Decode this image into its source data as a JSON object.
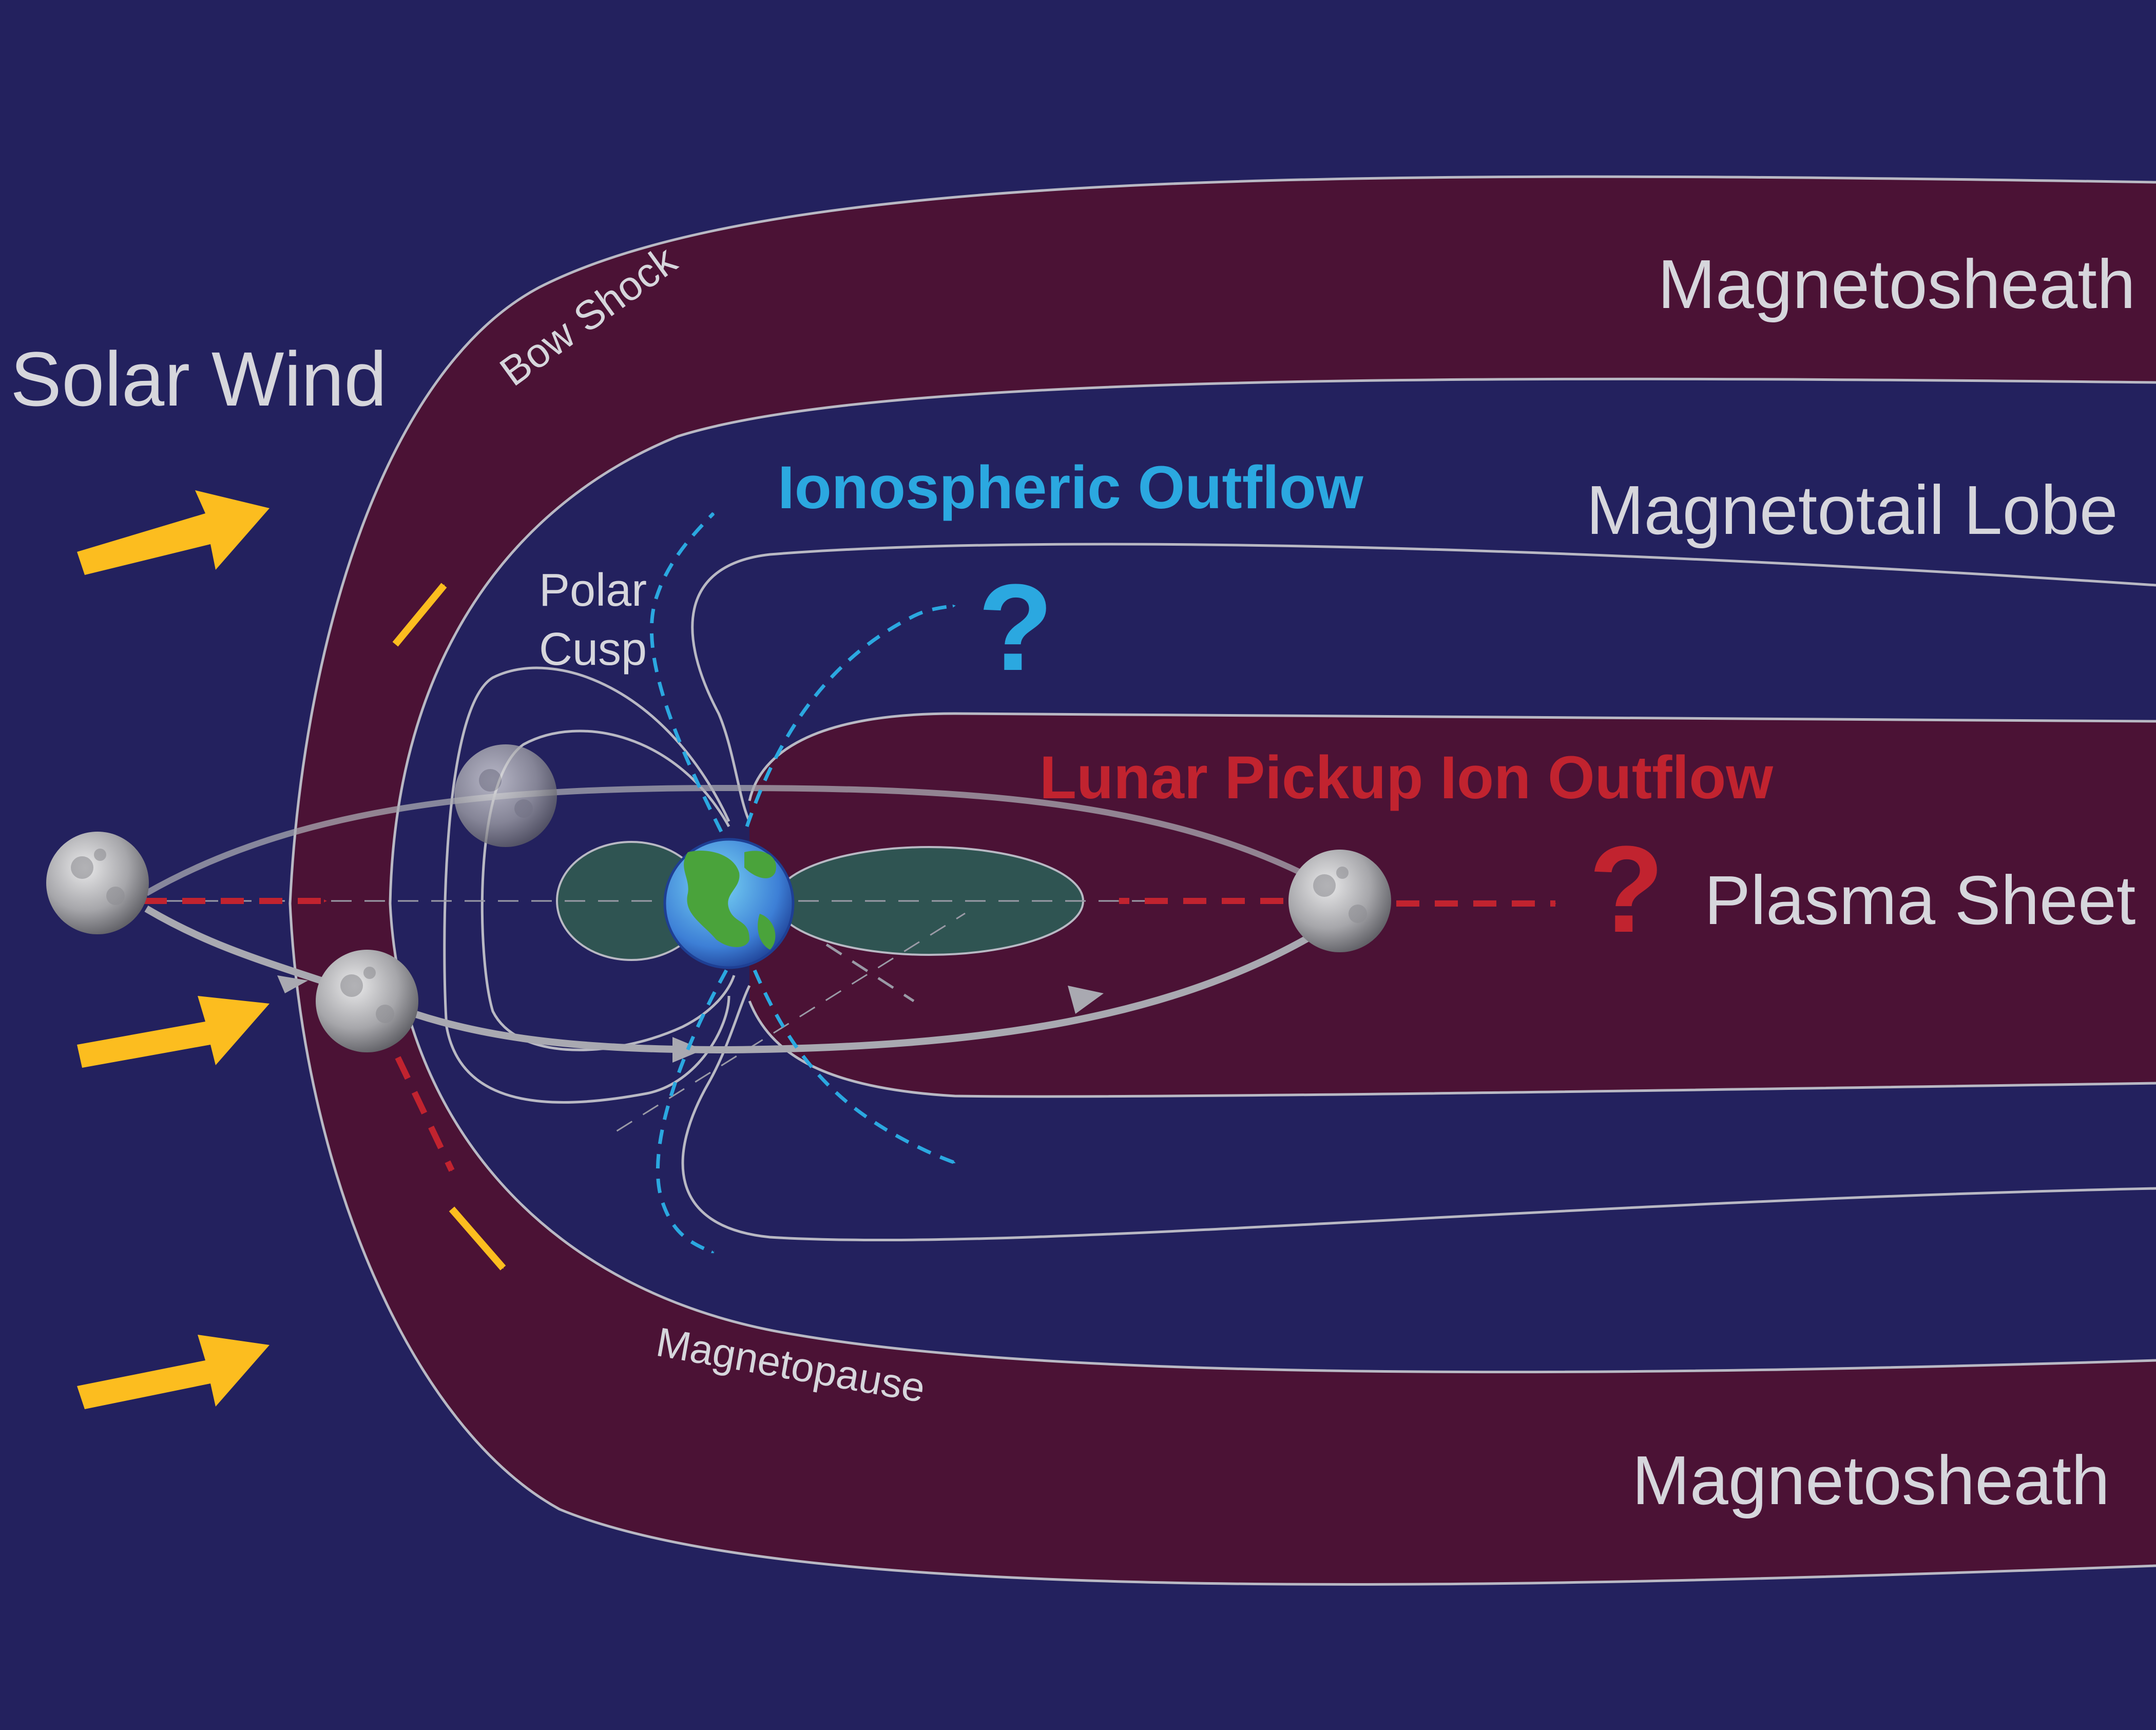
{
  "labels": {
    "solar_wind": "Solar Wind",
    "bow_shock": "Bow Shock",
    "magnetosheath_top": "Magnetosheath",
    "magnetosheath_bottom": "Magnetosheath",
    "magnetotail_lobe": "Magnetotail Lobe",
    "ionospheric_outflow": "Ionospheric Outflow",
    "polar_cusp_line1": "Polar",
    "polar_cusp_line2": "Cusp",
    "lunar_pickup_ion_outflow": "Lunar Pickup Ion Outflow",
    "plasma_sheet": "Plasma Sheet",
    "magnetopause": "Magnetopause",
    "question_mark_blue": "?",
    "question_mark_red": "?"
  },
  "colors": {
    "background": "#23215e",
    "magnetosheath": "#4b1235",
    "plasma_sheet": "#4b1235",
    "boundary_line": "#b9b9c4",
    "solar_wind_arrow": "#fcbd1f",
    "ionospheric_arrow": "#2ba8e0",
    "lunar_ion_arrow": "#c1232f",
    "orbit": "#a9a9b1",
    "radiation_lobe": "#2f5452",
    "ocean": "#3d7fd6",
    "land": "#4aa33b"
  },
  "icons": {
    "earth": "earth-globe-icon",
    "moon": "moon-icon"
  }
}
